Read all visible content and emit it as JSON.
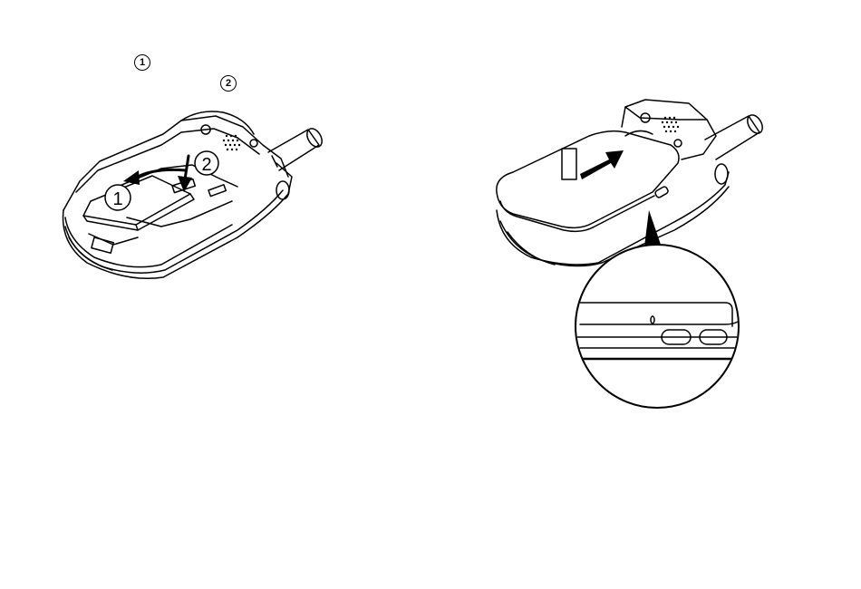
{
  "top_markers": {
    "step1": "1",
    "step2": "2"
  },
  "left_figure": {
    "step1": "1",
    "step2": "2"
  }
}
